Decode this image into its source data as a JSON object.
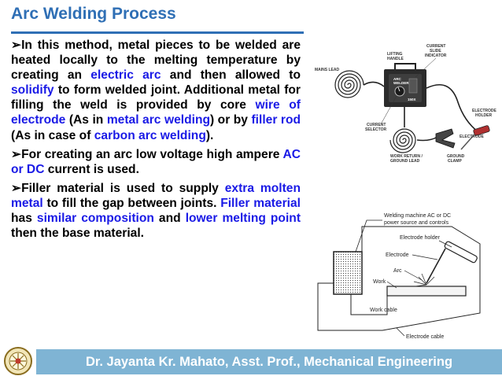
{
  "title": "Arc Welding Process",
  "bullets": [
    {
      "segments": [
        {
          "text": "➢In this method, metal pieces to be welded are heated locally to the melting temperature by creating an "
        },
        {
          "text": "electric arc",
          "hl": true
        },
        {
          "text": " and then allowed to "
        },
        {
          "text": "solidify",
          "hl": true
        },
        {
          "text": " to form welded joint. Additional metal for filling the weld is provided by core "
        },
        {
          "text": "wire of electrode",
          "hl": true
        },
        {
          "text": " (As in "
        },
        {
          "text": "metal arc welding",
          "hl": true
        },
        {
          "text": ") or by "
        },
        {
          "text": "filler rod",
          "hl": true
        },
        {
          "text": " (As in case of "
        },
        {
          "text": "carbon arc welding",
          "hl": true
        },
        {
          "text": ")."
        }
      ]
    },
    {
      "segments": [
        {
          "text": "➢For creating an arc low voltage high ampere "
        },
        {
          "text": "AC or DC",
          "hl": true
        },
        {
          "text": " current is used."
        }
      ]
    },
    {
      "segments": [
        {
          "text": "➢Filler material is used to supply "
        },
        {
          "text": "extra molten metal",
          "hl": true
        },
        {
          "text": " to fill the gap between joints. "
        },
        {
          "text": "Filler material",
          "hl": true
        },
        {
          "text": " has "
        },
        {
          "text": "similar composition",
          "hl": true
        },
        {
          "text": " and "
        },
        {
          "text": "lower melting point",
          "hl": true
        },
        {
          "text": " then the base material."
        }
      ]
    }
  ],
  "figure1": {
    "labels": {
      "mains_lead": "MAINS LEAD",
      "lifting_handle_1": "LIFTING",
      "lifting_handle_2": "HANDLE",
      "current_slide_1": "CURRENT",
      "current_slide_2": "SLIDE",
      "current_slide_3": "INDICATOR",
      "machine_1": "ARC",
      "machine_2": "WELDER",
      "machine_model": "150X",
      "electrode_holder_1": "ELECTRODE",
      "electrode_holder_2": "HOLDER",
      "current_selector_1": "CURRENT",
      "current_selector_2": "SELECTOR",
      "electrode": "ELECTRODE",
      "work_return_1": "WORK RETURN /",
      "work_return_2": "GROUND LEAD",
      "ground_clamp_1": "GROUND",
      "ground_clamp_2": "CLAMP"
    }
  },
  "figure2": {
    "labels": {
      "machine_1": "Welding machine AC or DC",
      "machine_2": "power source and controls",
      "electrode_holder": "Electrode holder",
      "electrode": "Electrode",
      "arc": "Arc",
      "work": "Work",
      "work_cable": "Work cable",
      "electrode_cable": "Electrode cable"
    }
  },
  "footer": {
    "text": "Dr. Jayanta Kr. Mahato, Asst. Prof., Mechanical Engineering"
  },
  "colors": {
    "title": "#2f6fb5",
    "highlight": "#1a1ae6",
    "footer_bar": "#7fb4d4"
  }
}
